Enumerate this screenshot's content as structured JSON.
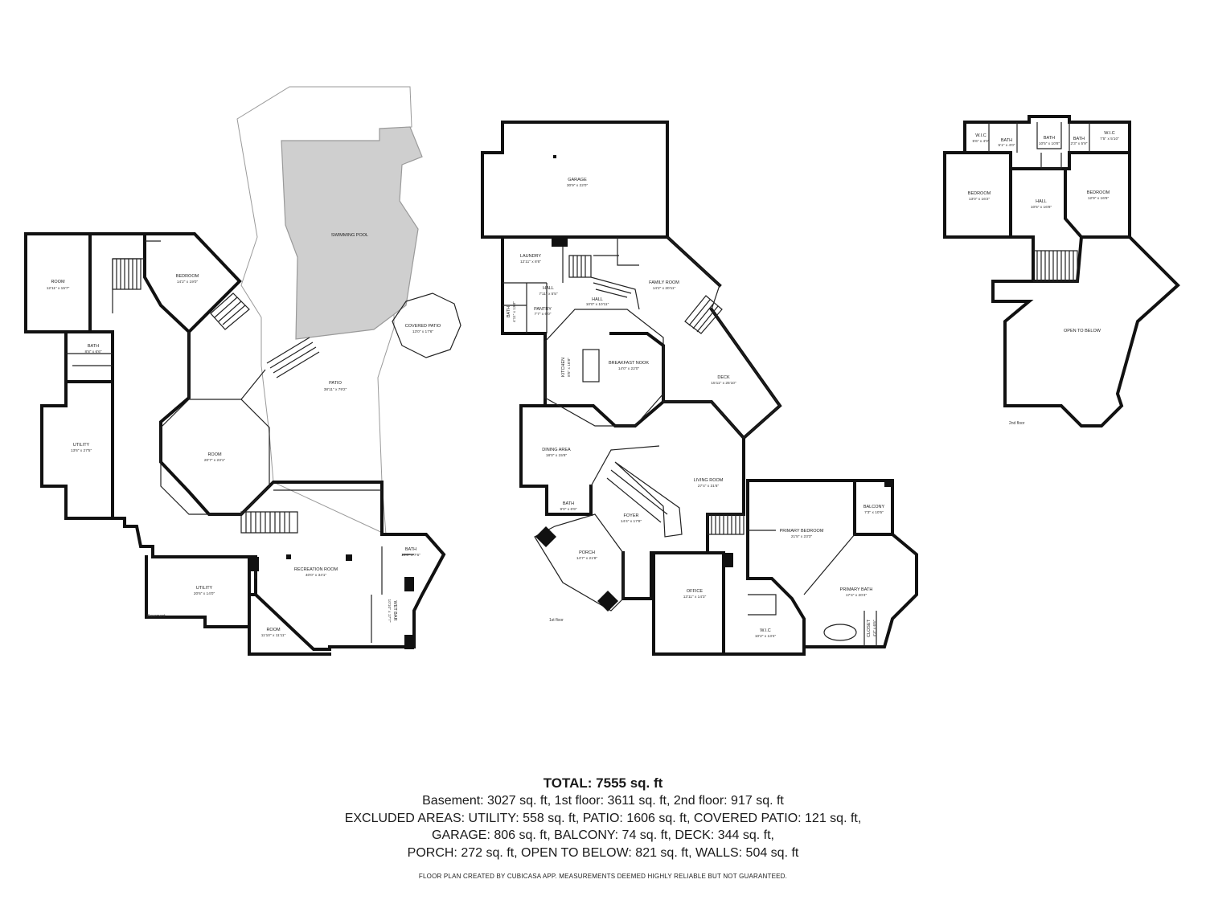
{
  "floors": {
    "basement": {
      "label": "Basement",
      "rooms": [
        {
          "id": "b-room-1",
          "name": "ROOM",
          "dims": "12'11\" x 15'7\""
        },
        {
          "id": "b-bedroom",
          "name": "BEDROOM",
          "dims": "14'2\" x 19'0\""
        },
        {
          "id": "b-bath-1",
          "name": "BATH",
          "dims": "8'8\" x 6'6\""
        },
        {
          "id": "b-utility-1",
          "name": "UTILITY",
          "dims": "13'6\" x 27'5\""
        },
        {
          "id": "b-room-oct",
          "name": "ROOM",
          "dims": "20'7\" x 23'1\""
        },
        {
          "id": "b-swimming-pool",
          "name": "SWIMMING POOL",
          "dims": ""
        },
        {
          "id": "b-patio",
          "name": "PATIO",
          "dims": "38'11\" x 79'2\""
        },
        {
          "id": "b-covered-patio",
          "name": "COVERED PATIO",
          "dims": "13'0\" x 17'6\""
        },
        {
          "id": "b-recreation-room",
          "name": "RECREATION ROOM",
          "dims": "40'0\" x 34'1\""
        },
        {
          "id": "b-bath-2",
          "name": "BATH",
          "dims": "10'0\" x 7'6\""
        },
        {
          "id": "b-utility-2",
          "name": "UTILITY",
          "dims": "20'6\" x 14'0\""
        },
        {
          "id": "b-room-2",
          "name": "ROOM",
          "dims": "11'10\" x 11'11\""
        },
        {
          "id": "b-wet-bar",
          "name": "WET BAR",
          "dims": "10'10\" x 17'7\""
        }
      ]
    },
    "first": {
      "label": "1st floor",
      "rooms": [
        {
          "id": "f-garage",
          "name": "GARAGE",
          "dims": "30'9\" x 22'0\""
        },
        {
          "id": "f-laundry",
          "name": "LAUNDRY",
          "dims": "12'11\" x 8'6\""
        },
        {
          "id": "f-hall-1",
          "name": "HALL",
          "dims": "7'11\" x 5'5\""
        },
        {
          "id": "f-bath-1",
          "name": "BATH",
          "dims": "4'11\" x 13'0\""
        },
        {
          "id": "f-pantry",
          "name": "PANTRY",
          "dims": "7'7\" x 6'0\""
        },
        {
          "id": "f-hall-2",
          "name": "HALL",
          "dims": "10'0\" x 10'11\""
        },
        {
          "id": "f-family-room",
          "name": "FAMILY ROOM",
          "dims": "14'2\" x 20'11\""
        },
        {
          "id": "f-kitchen",
          "name": "KITCHEN",
          "dims": "8'5\" x 16'8\""
        },
        {
          "id": "f-breakfast-nook",
          "name": "BREAKFAST NOOK",
          "dims": "14'0\" x 22'0\""
        },
        {
          "id": "f-deck",
          "name": "DECK",
          "dims": "15'11\" x 25'10\""
        },
        {
          "id": "f-dining-area",
          "name": "DINING AREA",
          "dims": "18'0\" x 15'8\""
        },
        {
          "id": "f-living-room",
          "name": "LIVING ROOM",
          "dims": "27'4\" x 31'6\""
        },
        {
          "id": "f-bath-2",
          "name": "BATH",
          "dims": "9'0\" x 6'9\""
        },
        {
          "id": "f-foyer",
          "name": "FOYER",
          "dims": "14'4\" x 17'8\""
        },
        {
          "id": "f-porch",
          "name": "PORCH",
          "dims": "14'7\" x 21'8\""
        },
        {
          "id": "f-balcony",
          "name": "BALCONY",
          "dims": "7'3\" x 10'5\""
        },
        {
          "id": "f-primary-bedroom",
          "name": "PRIMARY BEDROOM",
          "dims": "21'5\" x 23'3\""
        },
        {
          "id": "f-office",
          "name": "OFFICE",
          "dims": "13'11\" x 14'3\""
        },
        {
          "id": "f-primary-bath",
          "name": "PRIMARY BATH",
          "dims": "17'4\" x 20'4\""
        },
        {
          "id": "f-wic",
          "name": "W.I.C",
          "dims": "10'2\" x 13'4\""
        },
        {
          "id": "f-closet",
          "name": "CLOSET",
          "dims": "4'3\" x 6'6\""
        }
      ]
    },
    "second": {
      "label": "2nd floor",
      "rooms": [
        {
          "id": "s-wic-1",
          "name": "W.I.C",
          "dims": "5'6\" x 4'0\""
        },
        {
          "id": "s-bath-1",
          "name": "BATH",
          "dims": "5'1\" x 4'0\""
        },
        {
          "id": "s-bath-2",
          "name": "BATH",
          "dims": "10'5\" x 10'8\""
        },
        {
          "id": "s-bath-3",
          "name": "BATH",
          "dims": "2'3\" x 5'9\""
        },
        {
          "id": "s-wic-2",
          "name": "W.I.C",
          "dims": "7'5\" x 5'10\""
        },
        {
          "id": "s-bedroom-1",
          "name": "BEDROOM",
          "dims": "13'0\" x 16'2\""
        },
        {
          "id": "s-hall",
          "name": "HALL",
          "dims": "10'5\" x 16'8\""
        },
        {
          "id": "s-bedroom-2",
          "name": "BEDROOM",
          "dims": "12'9\" x 16'6\""
        },
        {
          "id": "s-open-to-below",
          "name": "OPEN TO BELOW",
          "dims": ""
        }
      ]
    }
  },
  "summary": {
    "total": "TOTAL: 7555 sq. ft",
    "line1": "Basement: 3027 sq. ft, 1st floor: 3611 sq. ft, 2nd floor: 917 sq. ft",
    "line2": "EXCLUDED AREAS: UTILITY: 558 sq. ft, PATIO: 1606 sq. ft, COVERED PATIO: 121 sq. ft,",
    "line3": "GARAGE: 806 sq. ft, BALCONY: 74 sq. ft, DECK: 344 sq. ft,",
    "line4": "PORCH: 272 sq. ft, OPEN TO BELOW: 821 sq. ft, WALLS: 504 sq. ft",
    "credit": "FLOOR PLAN CREATED BY CUBICASA APP. MEASUREMENTS DEEMED HIGHLY RELIABLE BUT NOT GUARANTEED."
  },
  "colors": {
    "wall": "#111111",
    "pool": "#cfcfcf",
    "outline": "#9a9a9a",
    "text": "#1a1a1a"
  }
}
